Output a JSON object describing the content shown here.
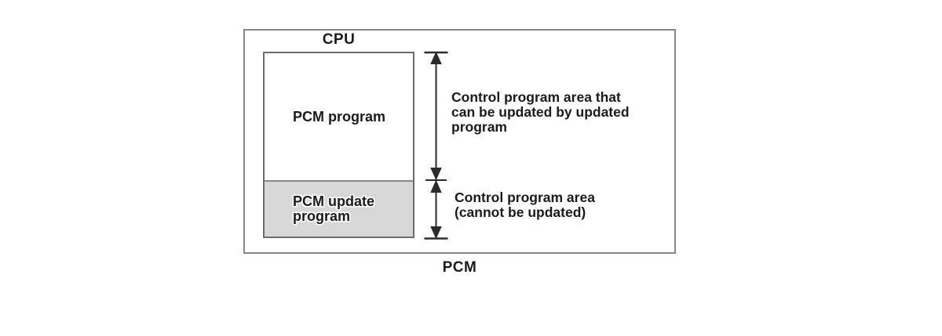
{
  "diagram": {
    "cpu_label": "CPU",
    "pcm_label": "PCM",
    "memory_areas": {
      "pcm_program": {
        "label": "PCM program"
      },
      "pcm_update_program": {
        "label": "PCM update\nprogram"
      }
    },
    "annotations": {
      "updatable": "Control program area that\ncan be updated by updated\nprogram",
      "non_updatable": "Control program area\n(cannot be updated)"
    },
    "colors": {
      "background": "#ffffff",
      "box_border": "#8a8684",
      "inner_border": "#6f6b69",
      "divider": "#8a8683",
      "update_fill": "#d7d7d7",
      "arrow": "#2e2a27",
      "text": "#1d1a19"
    }
  }
}
